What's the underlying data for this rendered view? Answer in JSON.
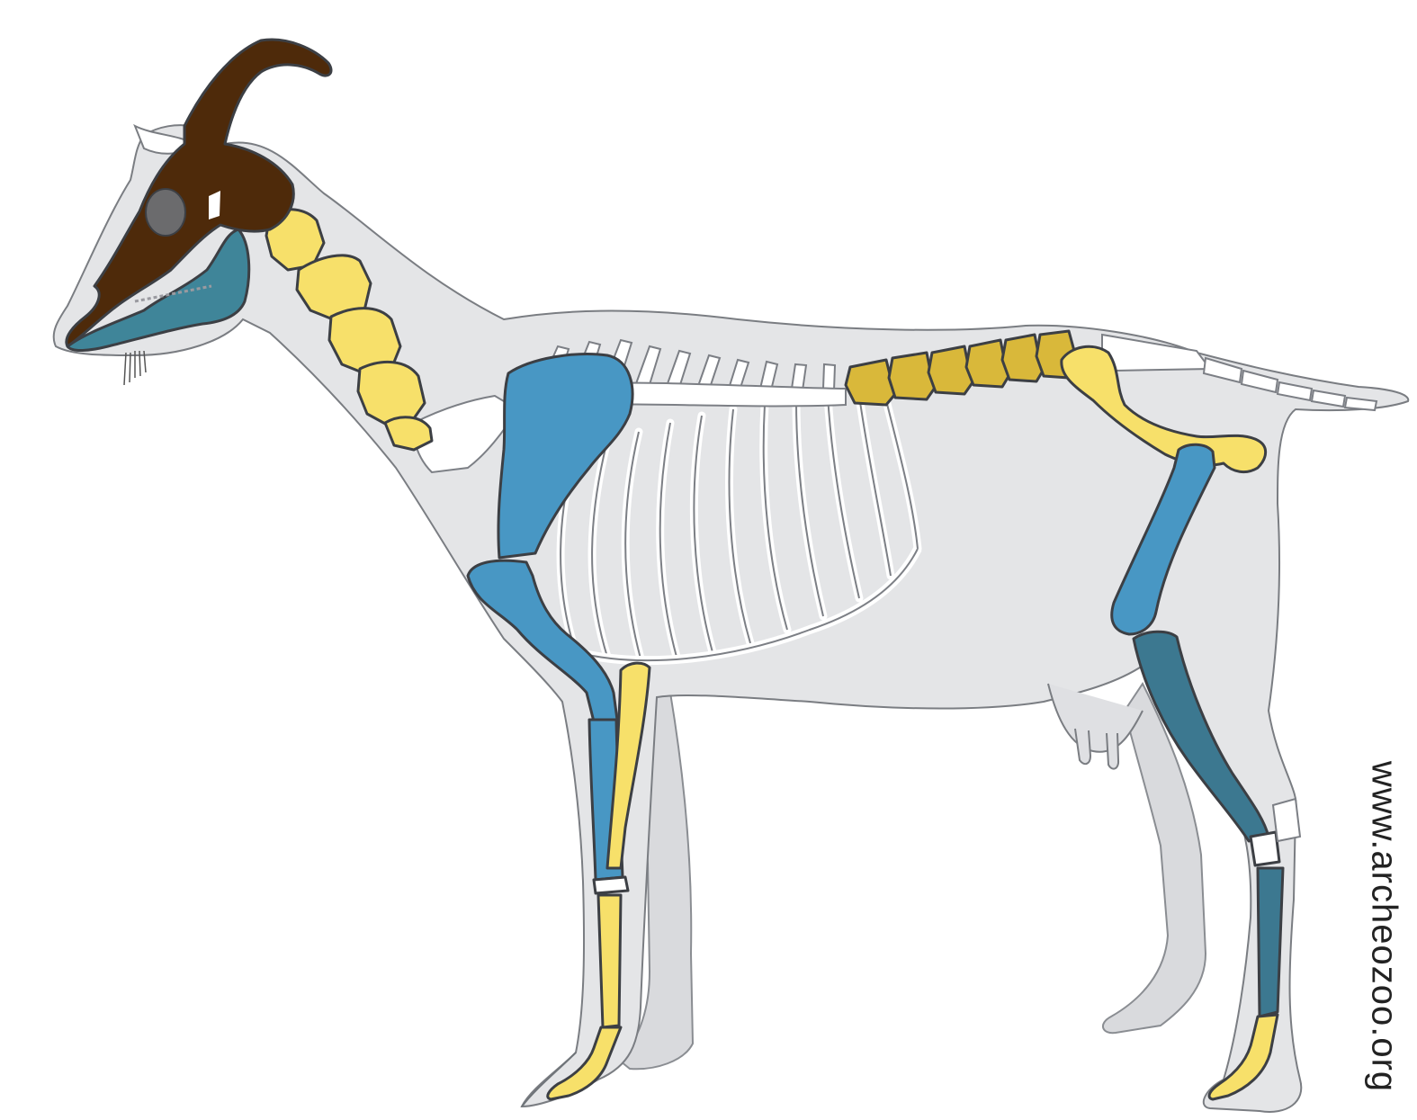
{
  "watermark": {
    "text": "www.archeozoo.org"
  },
  "colors": {
    "silhouette": "#e4e5e7",
    "silhouette_far": "#d8d9dc",
    "skull": "#4e2a0a",
    "mandible": "#3f8599",
    "blue_bone": "#4897c4",
    "blue_bone_dark": "#3c7890",
    "yellow_bone": "#f7e06a",
    "yellow_bone_dark": "#d9b83a",
    "white_bone": "#ffffff",
    "eye": "#6b6b6d"
  },
  "icons": [
    "goat-silhouette",
    "skeleton"
  ]
}
